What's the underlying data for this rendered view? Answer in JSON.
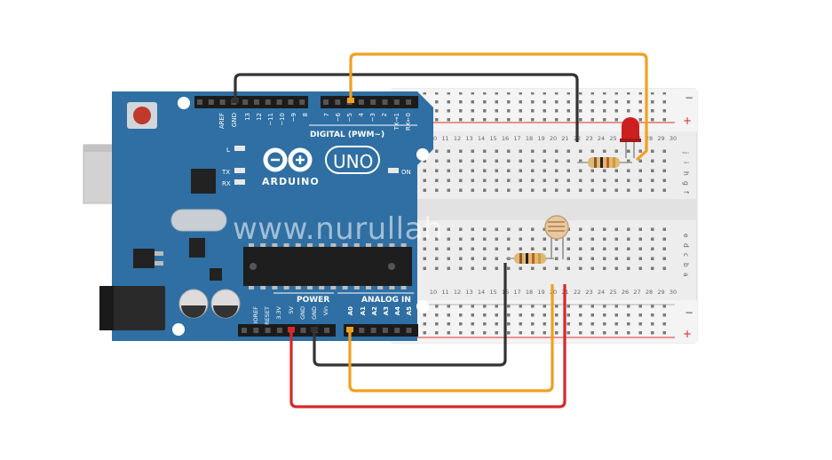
{
  "board": {
    "logo_text": "ARDUINO",
    "model": "UNO",
    "digital_header": "DIGITAL (PWM~)",
    "power_header": "POWER",
    "analog_header": "ANALOG IN",
    "led_labels": {
      "l": "L",
      "tx": "TX",
      "rx": "RX",
      "on": "ON"
    },
    "digital_pins": [
      "AREF",
      "GND",
      "13",
      "12",
      "~11",
      "~10",
      "~9",
      "8",
      "7",
      "~6",
      "~5",
      "4",
      "~3",
      "2",
      "TX→1",
      "RX←0"
    ],
    "power_pins": [
      "IOREF",
      "RESET",
      "3.3V",
      "5V",
      "GND",
      "GND",
      "Vin"
    ],
    "analog_pins": [
      "A0",
      "A1",
      "A2",
      "A3",
      "A4",
      "A5"
    ]
  },
  "breadboard": {
    "top_columns": [
      "10",
      "11",
      "12",
      "13",
      "14",
      "15",
      "16",
      "17",
      "18",
      "19",
      "20",
      "21",
      "22",
      "23",
      "24",
      "25",
      "26",
      "27",
      "28",
      "29",
      "30"
    ],
    "bottom_columns": [
      "10",
      "11",
      "12",
      "13",
      "14",
      "15",
      "16",
      "17",
      "18",
      "19",
      "20",
      "21",
      "22",
      "23",
      "24",
      "25",
      "26",
      "27",
      "28",
      "29",
      "30"
    ],
    "top_rows": [
      "j",
      "i",
      "h",
      "g",
      "f"
    ],
    "bottom_rows": [
      "e",
      "d",
      "c",
      "b",
      "a"
    ],
    "rail_minus": "−",
    "rail_plus": "+"
  },
  "watermark": "www.nurullah",
  "colors": {
    "board": "#2f6fa3",
    "wire_orange": "#f0a020",
    "wire_black": "#333333",
    "wire_red": "#d62828",
    "led_red": "#cc1f1f"
  }
}
